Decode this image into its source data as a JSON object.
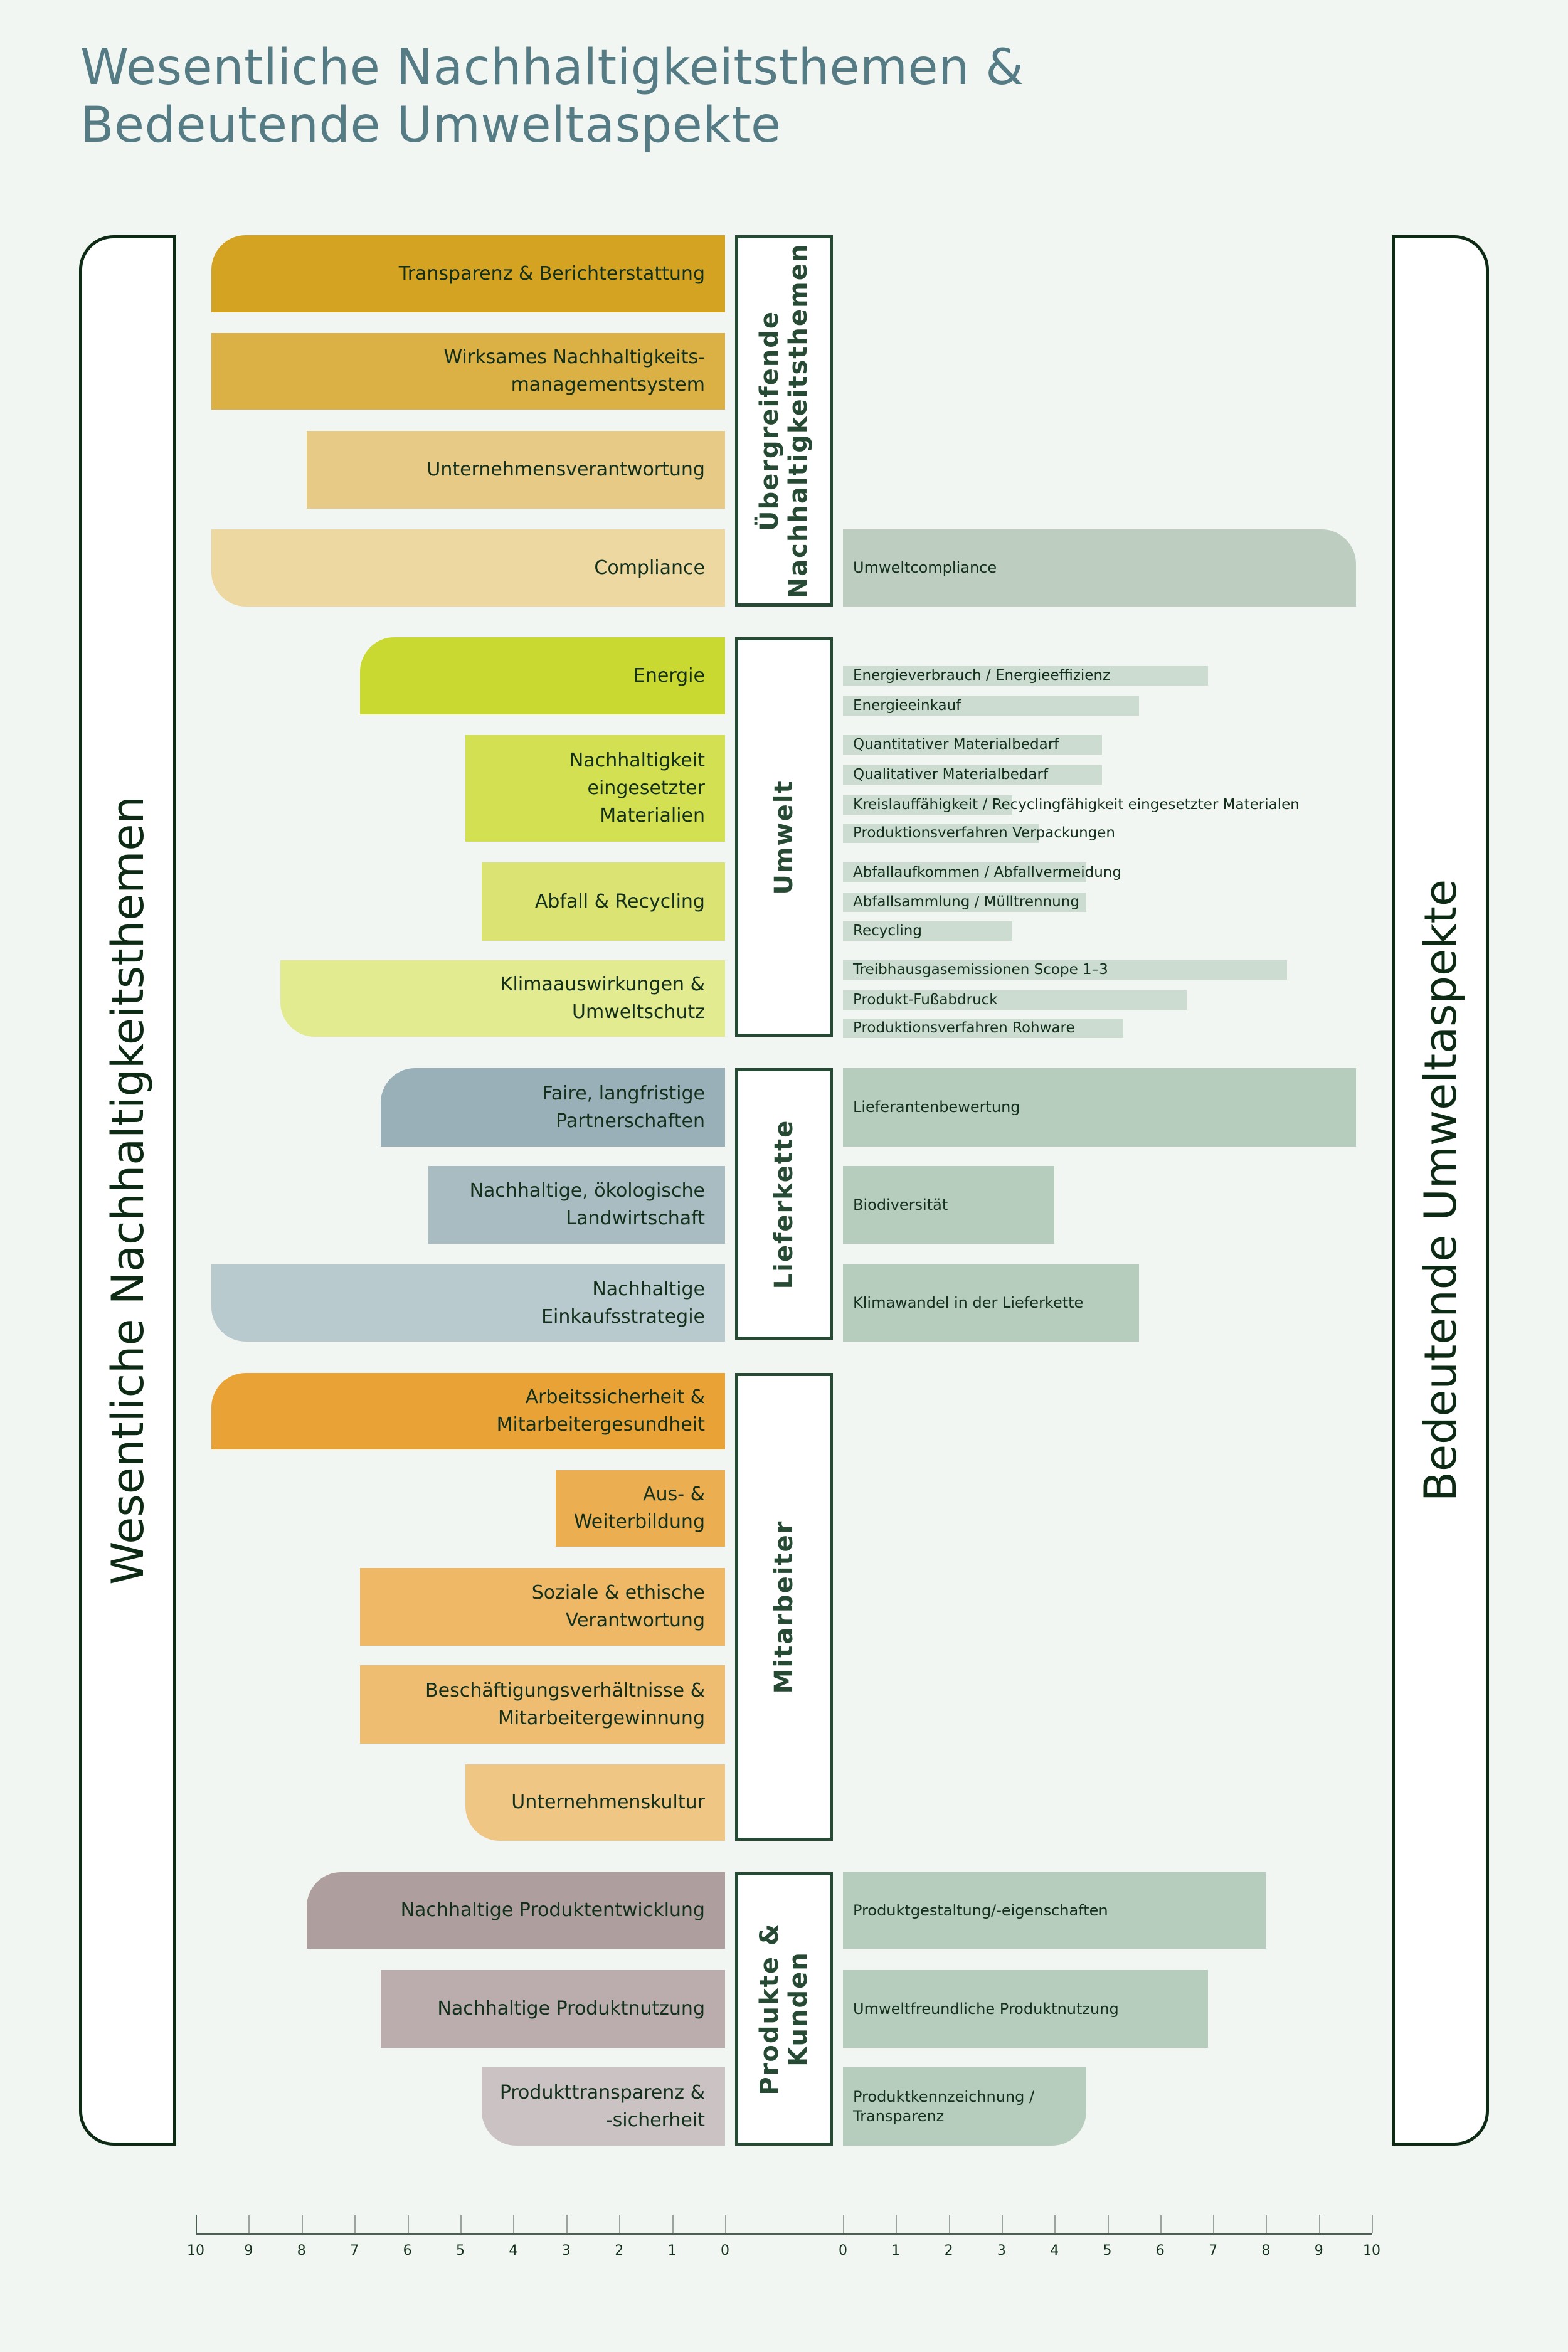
{
  "title": {
    "line1": "Wesentliche Nachhaltigkeitsthemen &",
    "line2": "Bedeutende Umweltaspekte"
  },
  "frames": {
    "left_label": "Wesentliche Nachhaltigkeitsthemen",
    "right_label": "Bedeutende Umweltaspekte"
  },
  "colors": {
    "title": "#557b85",
    "frame_border": "#0d2a14",
    "category_border": "#264a33",
    "right_bar": "#b6cdbd",
    "right_bar_thin": "#ccdcd1",
    "background": "#f2f6f2"
  },
  "chart_data": {
    "type": "bar",
    "orientation": "horizontal-diverging",
    "xlim_left": [
      10,
      0
    ],
    "xlim_right": [
      0,
      10
    ],
    "x_ticks_left": [
      "10",
      "9",
      "8",
      "7",
      "6",
      "5",
      "4",
      "3",
      "2",
      "1",
      "0"
    ],
    "x_ticks_right": [
      "0",
      "1",
      "2",
      "3",
      "4",
      "5",
      "6",
      "7",
      "8",
      "9",
      "10"
    ],
    "left_axis_title": "Wesentliche Nachhaltigkeitsthemen",
    "right_axis_title": "Bedeutende Umweltaspekte",
    "groups": [
      {
        "name": "Übergreifende\nNachhaltigkeitsthemen",
        "left": [
          {
            "label": "Transparenz & Berichterstattung",
            "value": 9.7,
            "color": "#d5a322"
          },
          {
            "label": "Wirksames Nachhaltigkeits-\nmanagementsystem",
            "value": 9.7,
            "color": "#dbb045"
          },
          {
            "label": "Unternehmensverantwortung",
            "value": 7.9,
            "color": "#e6ca85"
          },
          {
            "label": "Compliance",
            "value": 9.7,
            "color": "#ecd8a0"
          }
        ],
        "right": [
          {
            "label": "Umweltcompliance",
            "value": 9.7,
            "row": 3
          }
        ]
      },
      {
        "name": "Umwelt",
        "left": [
          {
            "label": "Energie",
            "value": 6.9,
            "color": "#cad931"
          },
          {
            "label": "Nachhaltigkeit\neingesetzter\nMaterialien",
            "value": 4.9,
            "color": "#d3e052"
          },
          {
            "label": "Abfall & Recycling",
            "value": 4.6,
            "color": "#dbe473"
          },
          {
            "label": "Klimaauswirkungen &\nUmweltschutz",
            "value": 8.4,
            "color": "#e3eb90"
          }
        ],
        "right_detail": [
          {
            "label": "Energieverbrauch / Energieeffizienz",
            "value": 6.9
          },
          {
            "label": "Energieeinkauf",
            "value": 5.6
          },
          {
            "label": "Quantitativer Materialbedarf",
            "value": 4.9
          },
          {
            "label": "Qualitativer Materialbedarf",
            "value": 4.9
          },
          {
            "label": "Kreislauffähigkeit / Recyclingfähigkeit eingesetzter Materialen",
            "value": 3.2
          },
          {
            "label": "Produktionsverfahren Verpackungen",
            "value": 3.7
          },
          {
            "label": "Abfallaufkommen / Abfallvermeidung",
            "value": 4.6
          },
          {
            "label": "Abfallsammlung / Mülltrennung",
            "value": 4.6
          },
          {
            "label": "Recycling",
            "value": 3.2
          },
          {
            "label": "Treibhausgasemissionen Scope 1–3",
            "value": 8.4
          },
          {
            "label": "Produkt-Fußabdruck",
            "value": 6.5
          },
          {
            "label": "Produktionsverfahren Rohware",
            "value": 5.3
          }
        ]
      },
      {
        "name": "Lieferkette",
        "left": [
          {
            "label": "Faire, langfristige\nPartnerschaften",
            "value": 6.5,
            "color": "#99b0b8"
          },
          {
            "label": "Nachhaltige, ökologische\nLandwirtschaft",
            "value": 5.6,
            "color": "#a8bcc2"
          },
          {
            "label": "Nachhaltige\nEinkaufsstrategie",
            "value": 9.7,
            "color": "#b8cacd"
          }
        ],
        "right": [
          {
            "label": "Lieferantenbewertung",
            "value": 9.7,
            "row": 0
          },
          {
            "label": "Biodiversität",
            "value": 4.0,
            "row": 1
          },
          {
            "label": "Klimawandel in der Lieferkette",
            "value": 5.6,
            "row": 2
          }
        ]
      },
      {
        "name": "Mitarbeiter",
        "left": [
          {
            "label": "Arbeitssicherheit &\nMitarbeitergesundheit",
            "value": 9.7,
            "color": "#e8a236"
          },
          {
            "label": "Aus- &\nWeiterbildung",
            "value": 3.2,
            "color": "#ebae50"
          },
          {
            "label": "Soziale & ethische\nVerantwortung",
            "value": 6.9,
            "color": "#eeb866"
          },
          {
            "label": "Beschäftigungsverhältnisse &\nMitarbeitergewinnung",
            "value": 6.9,
            "color": "#efbd72"
          },
          {
            "label": "Unternehmenskultur",
            "value": 4.9,
            "color": "#f0c685"
          }
        ],
        "right": []
      },
      {
        "name": "Produkte &\nKunden",
        "left": [
          {
            "label": "Nachhaltige Produktentwicklung",
            "value": 7.9,
            "color": "#ae9e9e"
          },
          {
            "label": "Nachhaltige Produktnutzung",
            "value": 6.5,
            "color": "#bbadad"
          },
          {
            "label": "Produkttransparenz &\n-sicherheit",
            "value": 4.6,
            "color": "#cbc3c3"
          }
        ],
        "right": [
          {
            "label": "Produktgestaltung/-eigenschaften",
            "value": 8.0,
            "row": 0
          },
          {
            "label": "Umweltfreundliche Produktnutzung",
            "value": 6.9,
            "row": 1
          },
          {
            "label": "Produktkennzeichnung /\nTransparenz",
            "value": 4.6,
            "row": 2
          }
        ]
      }
    ]
  }
}
